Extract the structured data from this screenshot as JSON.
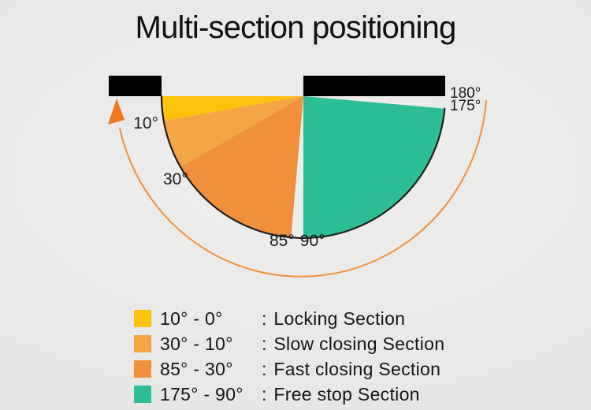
{
  "title": "Multi-section positioning",
  "colors": {
    "background": "#e9e8e7",
    "bar": "#000000",
    "outline": "#1e1e1e",
    "arrow_line": "#f2913a",
    "arrow_head": "#f2761b",
    "locking": "#fbc30d",
    "slow_closing": "#f5a644",
    "fast_closing": "#f1903a",
    "free_stop": "#2dbe96",
    "text": "#1b1b1b"
  },
  "diagram": {
    "labels": {
      "deg10": "10°",
      "deg30": "30°",
      "deg85": "85°",
      "deg90": "90°",
      "deg175": "175°",
      "deg180": "180°"
    },
    "sections": [
      {
        "name": "Locking Section",
        "from_deg": 0,
        "to_deg": 10
      },
      {
        "name": "Slow closing Section",
        "from_deg": 10,
        "to_deg": 30
      },
      {
        "name": "Fast closing Section",
        "from_deg": 30,
        "to_deg": 85
      },
      {
        "name": "Free stop Section",
        "from_deg": 90,
        "to_deg": 175
      }
    ]
  },
  "legend": {
    "items": [
      {
        "range": "10° - 0°",
        "colon": ":",
        "label": "Locking Section",
        "color": "#fbc30d"
      },
      {
        "range": "30° - 10°",
        "colon": ":",
        "label": "Slow closing Section",
        "color": "#f5a644"
      },
      {
        "range": "85° - 30°",
        "colon": ":",
        "label": "Fast closing Section",
        "color": "#f1903a"
      },
      {
        "range": "175° - 90°",
        "colon": ":",
        "label": "Free stop Section",
        "color": "#2dbe96"
      }
    ]
  }
}
